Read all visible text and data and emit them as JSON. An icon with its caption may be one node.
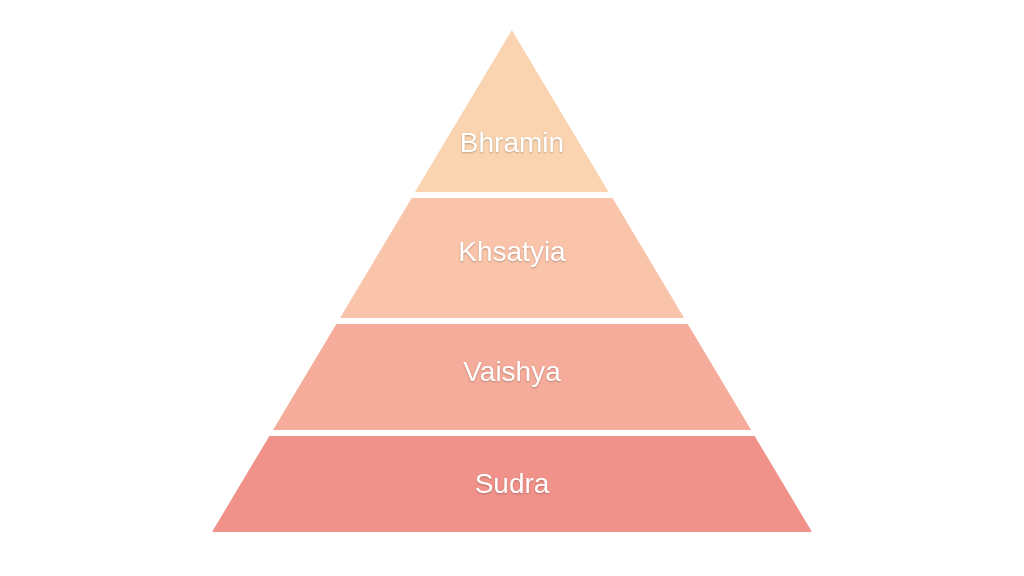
{
  "diagram": {
    "nodes": [
      {
        "text": [
          "Bhramin"
        ]
      },
      {
        "text": [
          "Khsatyia"
        ]
      },
      {
        "text": [
          "Vaishya"
        ]
      },
      {
        "text": [
          "Sudra"
        ]
      }
    ]
  }
}
